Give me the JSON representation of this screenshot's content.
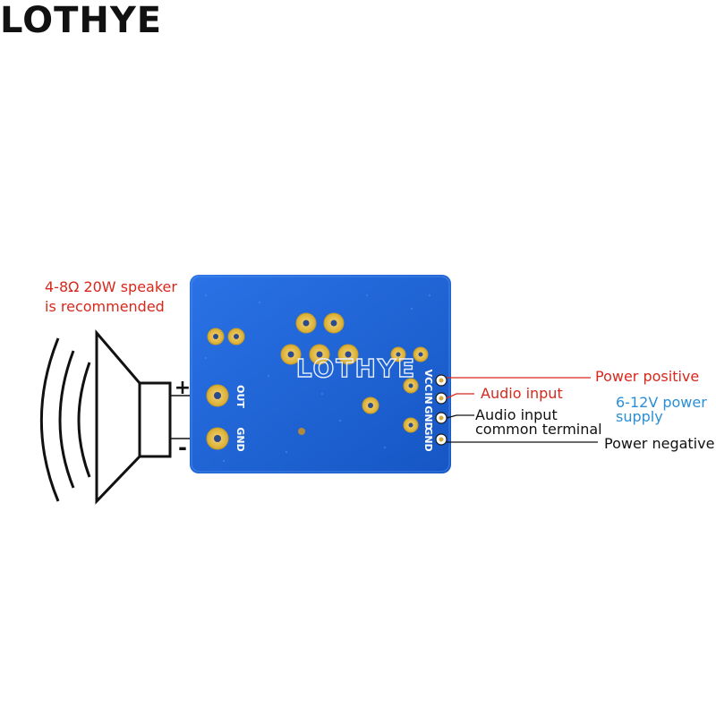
{
  "brand": "LOTHYE",
  "speaker_note": {
    "line1": "4-8Ω 20W speaker",
    "line2": "is recommended"
  },
  "board": {
    "silkscreen_brand": "LOTHYE",
    "out_pad": "OUT",
    "gnd_pad": "GND",
    "header_pins": [
      "VCC",
      "IN",
      "GND",
      "GND"
    ]
  },
  "polarity": {
    "plus": "+",
    "minus": "-"
  },
  "labels": {
    "power_positive": "Power positive",
    "audio_input": "Audio input",
    "audio_common_line1": "Audio input",
    "audio_common_line2": "common terminal",
    "power_negative": "Power negative",
    "supply_line1": "6-12V power",
    "supply_line2": "supply"
  },
  "colors": {
    "board": "#1e63d6",
    "pad": "#e9c34a",
    "red_text": "#d8281c",
    "blue_text": "#2a8fd6"
  }
}
